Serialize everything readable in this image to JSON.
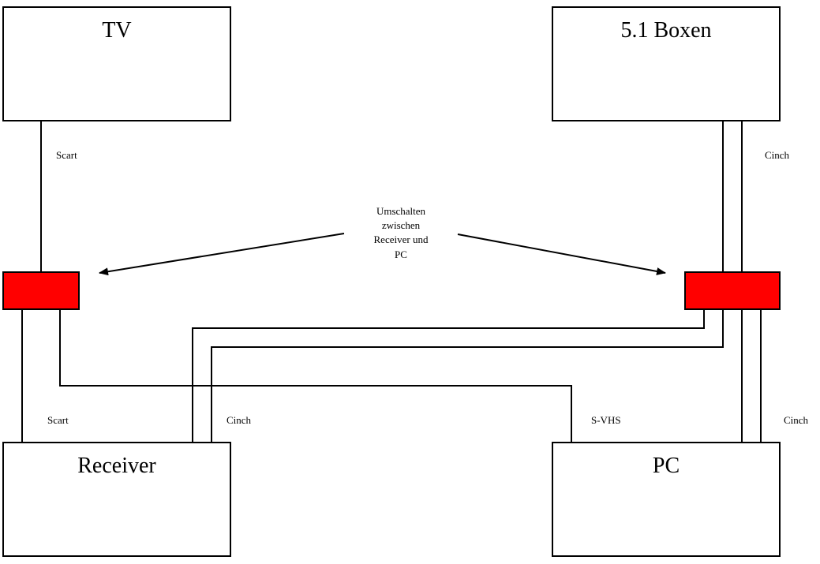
{
  "devices": {
    "tv": "TV",
    "speakers": "5.1 Boxen",
    "receiver": "Receiver",
    "pc": "PC"
  },
  "cables": {
    "tv_scart": "Scart",
    "speakers_cinch": "Cinch",
    "receiver_scart": "Scart",
    "receiver_cinch": "Cinch",
    "pc_svhs": "S-VHS",
    "pc_cinch": "Cinch"
  },
  "note": {
    "lines": [
      "Umschalten",
      "zwischen",
      "Receiver und",
      "PC"
    ]
  },
  "colors": {
    "switch_fill": "#ff0000",
    "line": "#000000"
  }
}
